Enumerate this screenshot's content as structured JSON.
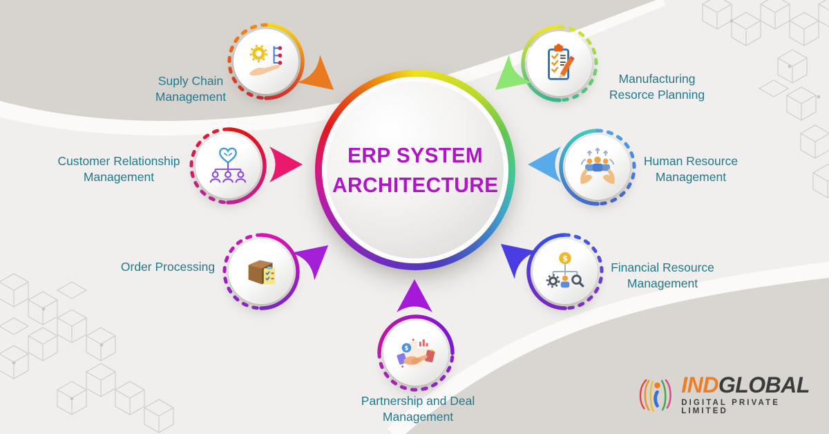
{
  "background": {
    "base_color": "#f0efed",
    "blob_color": "#d7d3cf",
    "band_color": "#fbfaf9",
    "pattern_line_color": "#cecbc7"
  },
  "center": {
    "title_lines": [
      "ERP SYSTEM",
      "ARCHITECTURE"
    ],
    "title_color": "#b113c9",
    "ring_colors": [
      "#f3e51c",
      "#bddd2a",
      "#62cd52",
      "#3ecf9e",
      "#38aadd",
      "#3a6ad8",
      "#4633d2",
      "#6b22d6",
      "#9318cf",
      "#c013b4",
      "#e01283",
      "#e8161b",
      "#ea5a14",
      "#f0940e"
    ]
  },
  "label_color": "#23798c",
  "nodes": [
    {
      "id": "supply-chain-management",
      "label_lines": [
        "Suply Chain",
        "Management"
      ],
      "icon": "hand-gear-network-icon",
      "arrow_color": "#ea7a1f",
      "ring_from": "#f6d91a",
      "ring_to": "#e5231d",
      "dash_from": "#ef8c1a",
      "dash_to": "#df1d1d"
    },
    {
      "id": "manufacturing-resource-planning",
      "label_lines": [
        "Manufacturing",
        "Resorce Planning"
      ],
      "icon": "clipboard-checklist-icon",
      "arrow_color": "#8fe571",
      "ring_from": "#f2e428",
      "ring_to": "#2fc89b",
      "dash_from": "#d8e42c",
      "dash_to": "#3ecf8e"
    },
    {
      "id": "customer-relationship-management",
      "label_lines": [
        "Customer Relationship",
        "Management"
      ],
      "icon": "handshake-heart-team-icon",
      "arrow_color": "#e9196e",
      "ring_from": "#e31414",
      "ring_to": "#d4129f",
      "dash_from": "#e31d2c",
      "dash_to": "#cc14a4"
    },
    {
      "id": "human-resource-management",
      "label_lines": [
        "Human Resource",
        "Management"
      ],
      "icon": "hands-team-growth-icon",
      "arrow_color": "#58aae8",
      "ring_from": "#44c8c0",
      "ring_to": "#3a6de0",
      "dash_from": "#52a2e8",
      "dash_to": "#3f63d8"
    },
    {
      "id": "order-processing",
      "label_lines": [
        "Order Processing"
      ],
      "icon": "package-checklist-icon",
      "arrow_color": "#a320d8",
      "ring_from": "#d816ae",
      "ring_to": "#7e18d8",
      "dash_from": "#cf17b4",
      "dash_to": "#8a1ad8"
    },
    {
      "id": "financial-resource-management",
      "label_lines": [
        "Financial Resource",
        "Management"
      ],
      "icon": "finance-org-chart-icon",
      "arrow_color": "#4a3ee2",
      "ring_from": "#3452e0",
      "ring_to": "#7d18d8",
      "dash_from": "#3f5ae0",
      "dash_to": "#8224d8"
    },
    {
      "id": "partnership-deal-management",
      "label_lines": [
        "Partnership and Deal",
        "Management"
      ],
      "icon": "deal-handshake-icon",
      "arrow_color": "#a51ad8",
      "ring_from": "#c614a4",
      "ring_to": "#7c16d8",
      "dash_from": "#b818bc",
      "dash_to": "#8a1ad8"
    }
  ],
  "logo": {
    "word_part1": "IND",
    "word_part2": "GLOBAL",
    "subtitle": "DIGITAL PRIVATE LIMITED",
    "part1_color": "#ef7d23",
    "part2_color": "#3b3b3b",
    "subtitle_color": "#3b3b3b",
    "mark_colors": [
      "#e04848",
      "#f09030",
      "#e8c22c",
      "#45a84a",
      "#d84a8a",
      "#3a6fd8"
    ]
  }
}
